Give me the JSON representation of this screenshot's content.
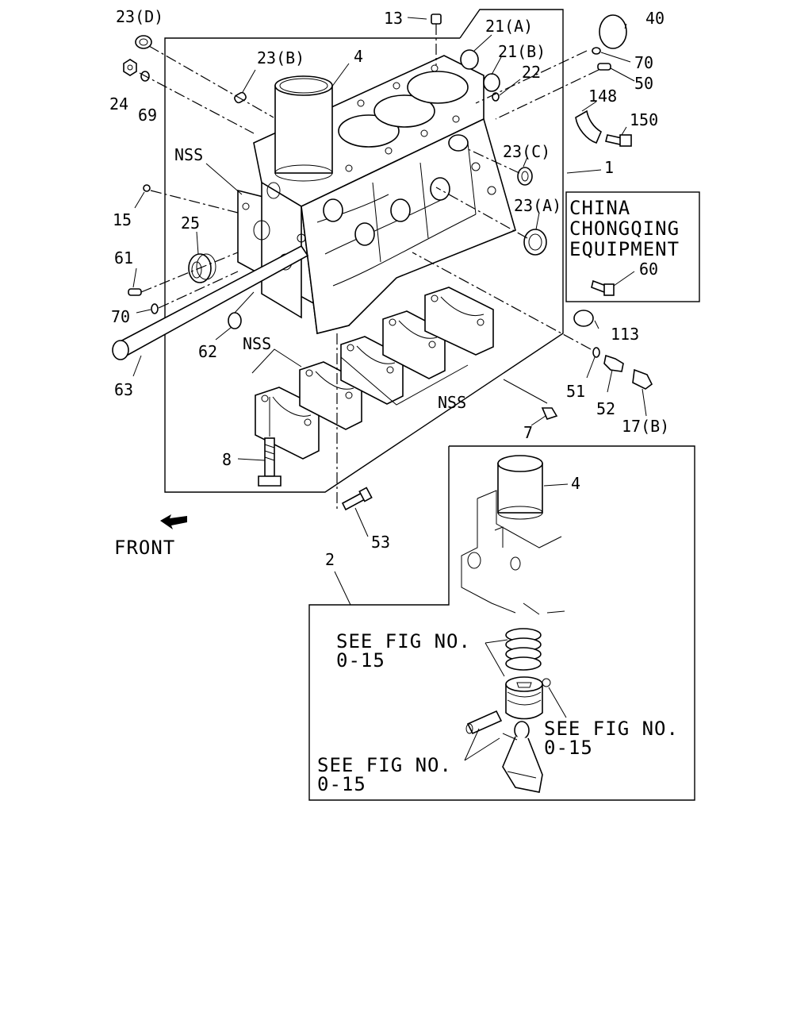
{
  "labels": {
    "p23d": "23(D)",
    "p24": "24",
    "p69": "69",
    "p23b": "23(B)",
    "p4_top": "4",
    "p13": "13",
    "p21a": "21(A)",
    "p21b": "21(B)",
    "p22": "22",
    "p40": "40",
    "p70_top": "70",
    "p50": "50",
    "p148": "148",
    "p150": "150",
    "nss_top": "NSS",
    "p23c": "23(C)",
    "p1": "1",
    "p23a": "23(A)",
    "p15": "15",
    "p25": "25",
    "p61": "61",
    "p70_left": "70",
    "p62": "62",
    "nss_mid": "NSS",
    "p63": "63",
    "nss_bottom": "NSS",
    "p113": "113",
    "p51": "51",
    "p52": "52",
    "p17b": "17(B)",
    "p7": "7",
    "p8": "8",
    "p4_inset": "4",
    "p53": "53",
    "p2": "2",
    "front": "FRONT"
  },
  "china_box": {
    "line1": "CHINA",
    "line2": "CHONGQING",
    "line3": "EQUIPMENT",
    "part": "60"
  },
  "see_fig": {
    "s1_line1": "SEE FIG NO.",
    "s1_line2": "0-15",
    "s2_line1": "SEE FIG NO.",
    "s2_line2": "0-15",
    "s3_line1": "SEE FIG NO.",
    "s3_line2": "0-15"
  }
}
